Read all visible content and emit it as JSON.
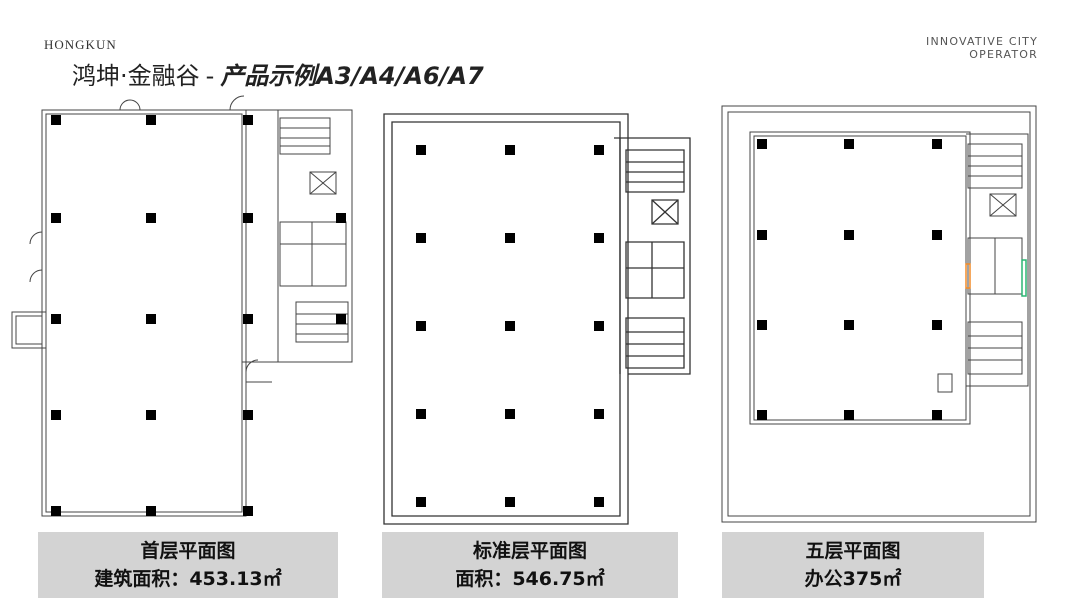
{
  "header": {
    "brand": "HONGKUN",
    "slogan_line1": "INNOVATIVE CITY",
    "slogan_line2": "OPERATOR"
  },
  "title": {
    "main": "鸿坤·金融谷",
    "separator": "-",
    "sub": "产品示例A3/A4/A6/A7"
  },
  "plans": [
    {
      "name_line": "首层平面图",
      "area_line": "建筑面积：453.13㎡"
    },
    {
      "name_line": "标准层平面图",
      "area_line": "面积：546.75㎡"
    },
    {
      "name_line": "五层平面图",
      "area_line": "办公375㎡"
    }
  ],
  "colors": {
    "caption_bg": "#d3d3d3",
    "line": "#333333",
    "column": "#000000"
  }
}
